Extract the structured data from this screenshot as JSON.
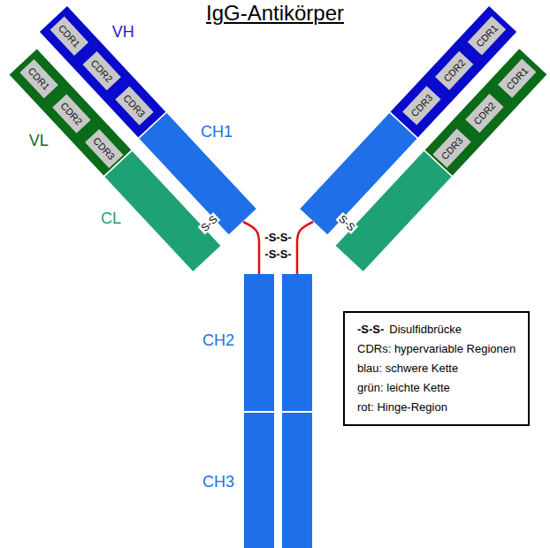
{
  "diagram": {
    "title": "IgG-Antikörper",
    "nodes": [
      {
        "text": [
          "CDR1"
        ]
      },
      {
        "text": [
          "CDR2"
        ]
      },
      {
        "text": [
          "CDR3"
        ]
      },
      {
        "text": [
          "CDR1"
        ]
      },
      {
        "text": [
          "CDR2"
        ]
      },
      {
        "text": [
          "CDR3"
        ]
      },
      {
        "text": [
          "CDR1"
        ]
      },
      {
        "text": [
          "CDR2"
        ]
      },
      {
        "text": [
          "CDR3"
        ]
      },
      {
        "text": [
          "CDR1"
        ]
      },
      {
        "text": [
          "CDR2"
        ]
      },
      {
        "text": [
          "CDR3"
        ]
      }
    ],
    "labels": [
      "VH",
      "VL",
      "CH1",
      "CL",
      "S-S",
      "S-S",
      "-S-S-",
      "-S-S-",
      "CH2",
      "CH3",
      "-S-S-"
    ],
    "legend": [
      {
        "text": "Disulfidbrücke"
      },
      {
        "text": "CDRs: hypervariable Regionen"
      },
      {
        "text": "blau: schwere Kette"
      },
      {
        "text": "grün: leichte Kette"
      },
      {
        "text": "rot: Hinge-Region"
      }
    ]
  }
}
